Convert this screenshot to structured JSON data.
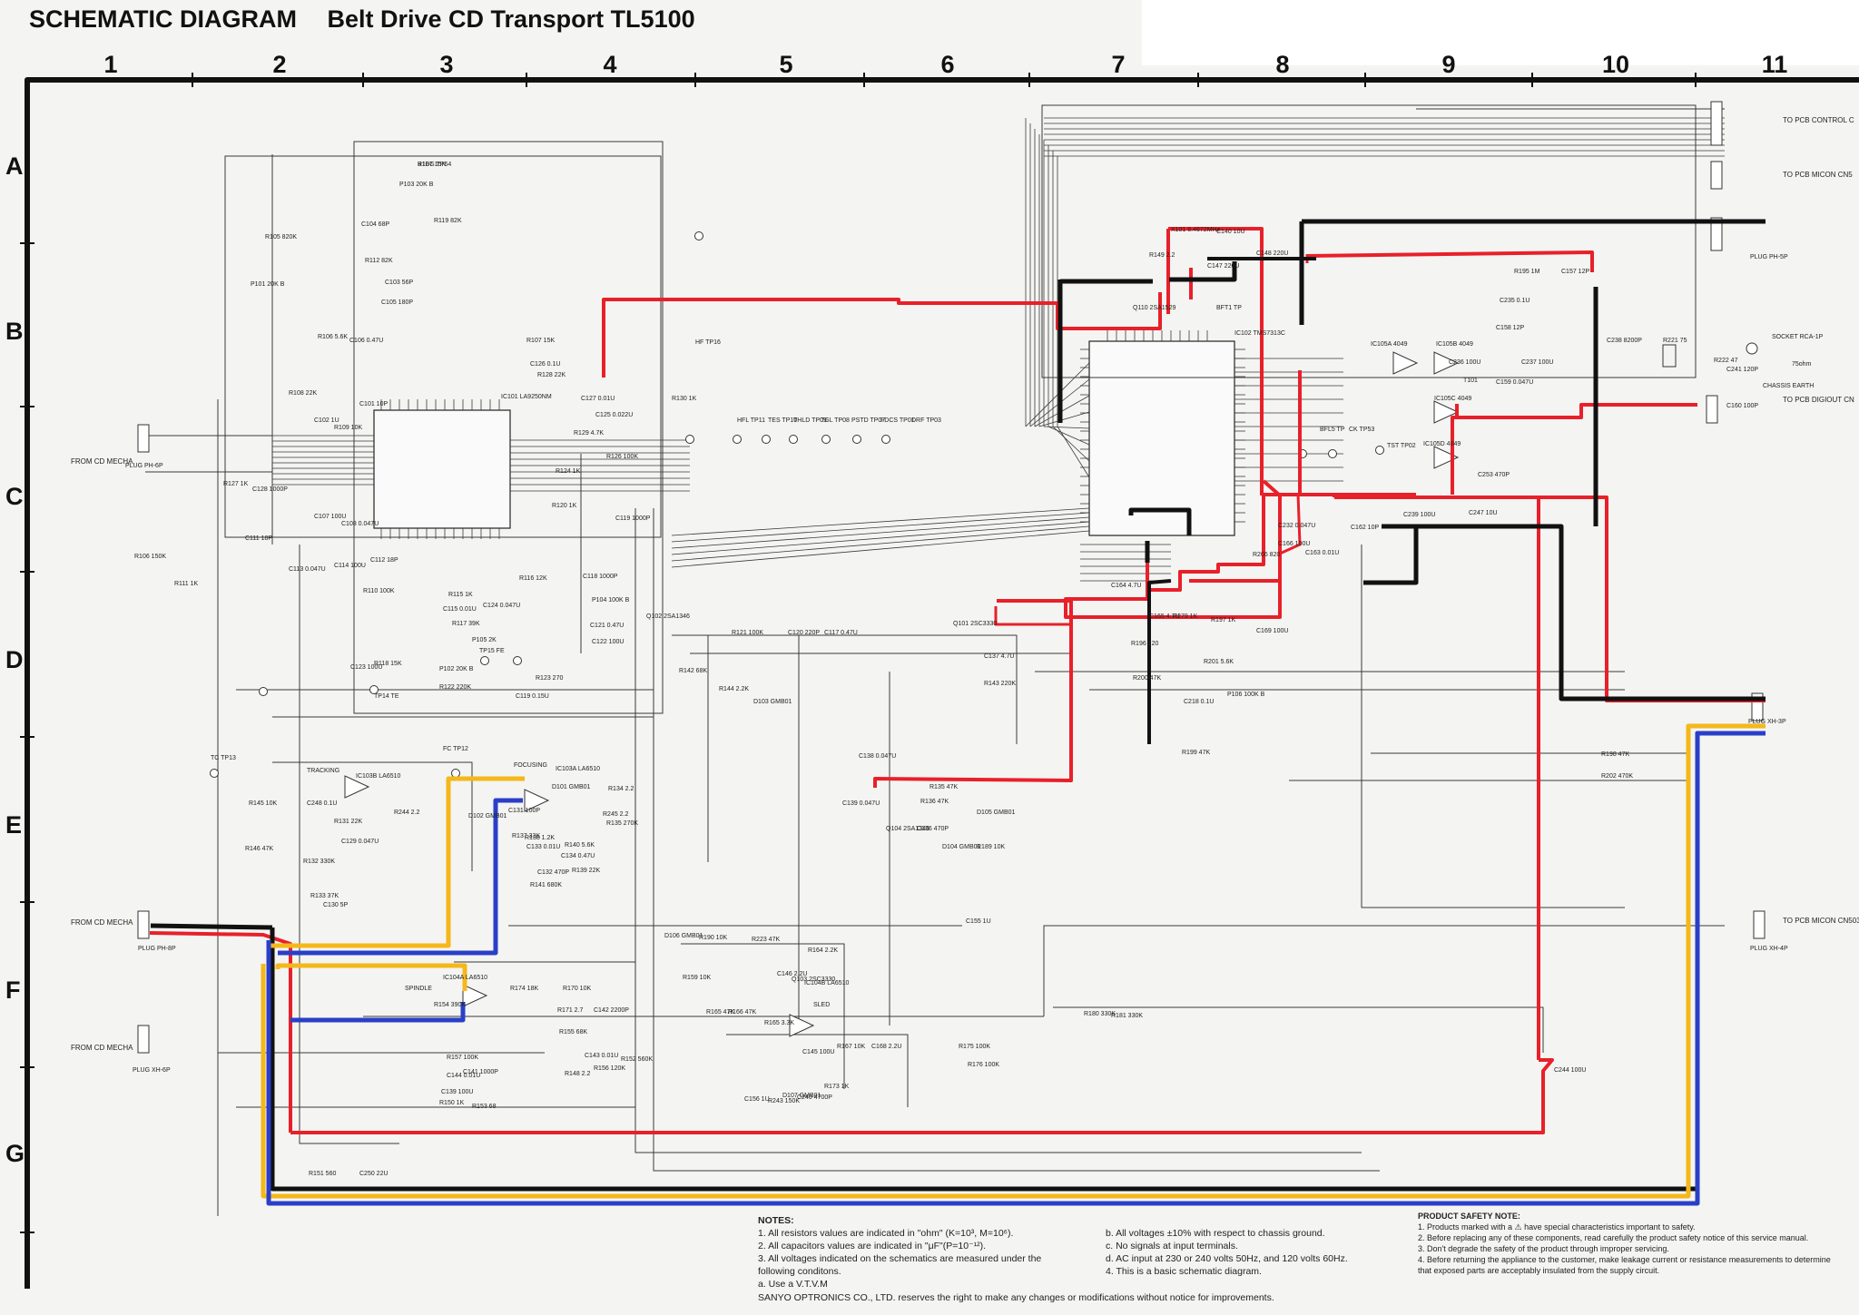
{
  "title": {
    "main": "SCHEMATIC DIAGRAM",
    "sub": "Belt Drive CD Transport TL5100"
  },
  "columns": [
    "1",
    "2",
    "3",
    "4",
    "5",
    "6",
    "7",
    "8",
    "9",
    "10",
    "11"
  ],
  "rows": [
    "A",
    "B",
    "C",
    "D",
    "E",
    "F",
    "G"
  ],
  "connectors": {
    "from_mecha_1": "FROM CD MECHA",
    "from_mecha_2": "FROM CD MECHA",
    "from_mecha_3": "FROM CD MECHA",
    "plug_ph6p": "PLUG PH-6P",
    "plug_ph8p": "PLUG PH-8P",
    "plug_xh6p": "PLUG XH-6P",
    "to_control": "TO PCB CONTROL C",
    "to_micon_cn5": "TO PCB MICON CN5",
    "to_digiout": "TO PCB DIGIOUT CN",
    "to_micon_cn503": "TO PCB MICON CN503",
    "plug_xh3p": "PLUG XH-3P",
    "plug_xh4p": "PLUG XH-4P",
    "plug_ph5p": "PLUG PH-5P",
    "socket_rca": "SOCKET RCA-1P",
    "ohm75": "75ohm",
    "chassis_earth": "CHASSIS EARTH"
  },
  "blocks": {
    "tracking": "TRACKING",
    "focusing": "FOCUSING",
    "spindle": "SPINDLE",
    "sled": "SLED",
    "ic101": "IC101 LA9250NM",
    "ic102": "IC102 TMS7313C",
    "ic103a": "IC103A LA6510",
    "ic103b": "IC103B LA6510",
    "ic104a": "IC104A LA6510",
    "ic104b": "IC104B LA6510",
    "ic105a": "IC105A 4049",
    "ic105b": "IC105B 4049",
    "ic105c": "IC105C 4049",
    "ic105d": "IC105D 4049",
    "x101": "X101 8.4672MHz",
    "tp_hf": "HF TP16",
    "tp_fc": "FC TP12",
    "tp_tc": "TC TP13",
    "tp_te": "TP14 TE",
    "tp_fe": "TP15 FE"
  },
  "testpoints": [
    "HFL TP11",
    "TES TP10",
    "THLD TP09",
    "TGL TP08",
    "PSTD TP07",
    "FDCS TP01",
    "DRF TP03"
  ],
  "components": [
    {
      "t": "R107 15K"
    },
    {
      "t": "P103 20K B"
    },
    {
      "t": "R119 82K"
    },
    {
      "t": "R105 820K"
    },
    {
      "t": "P101 20K B"
    },
    {
      "t": "C104 68P"
    },
    {
      "t": "R112 82K"
    },
    {
      "t": "C103 56P"
    },
    {
      "t": "C105 180P"
    },
    {
      "t": "R106 5.6K"
    },
    {
      "t": "C106 0.47U"
    },
    {
      "t": "R108 22K"
    },
    {
      "t": "C101 10P"
    },
    {
      "t": "C102 1U"
    },
    {
      "t": "R109 10K"
    },
    {
      "t": "R107 15K"
    },
    {
      "t": "C126 0.1U"
    },
    {
      "t": "R128 22K"
    },
    {
      "t": "R130 1K"
    },
    {
      "t": "C127 0.01U"
    },
    {
      "t": "C125 0.022U"
    },
    {
      "t": "R129 4.7K"
    },
    {
      "t": "R126 100K"
    },
    {
      "t": "R124 1K"
    },
    {
      "t": "R120 1K"
    },
    {
      "t": "C119 1000P"
    },
    {
      "t": "R127 1K"
    },
    {
      "t": "C128 1000P"
    },
    {
      "t": "C107 100U"
    },
    {
      "t": "C108 0.047U"
    },
    {
      "t": "C111 18P"
    },
    {
      "t": "R106 150K"
    },
    {
      "t": "R111 1K"
    },
    {
      "t": "C113 0.047U"
    },
    {
      "t": "C114 100U"
    },
    {
      "t": "C112 18P"
    },
    {
      "t": "R110 100K"
    },
    {
      "t": "R115 1K"
    },
    {
      "t": "C115 0.01U"
    },
    {
      "t": "R117 39K"
    },
    {
      "t": "R116 12K"
    },
    {
      "t": "C118 1000P"
    },
    {
      "t": "P104 100K B"
    },
    {
      "t": "C121 0.47U"
    },
    {
      "t": "C122 100U"
    },
    {
      "t": "C124 0.047U"
    },
    {
      "t": "C123 100U"
    },
    {
      "t": "R118 15K"
    },
    {
      "t": "P102 20K B"
    },
    {
      "t": "R122 220K"
    },
    {
      "t": "R123 270"
    },
    {
      "t": "C119 0.15U"
    },
    {
      "t": "P105 2K"
    },
    {
      "t": "R121 100K"
    },
    {
      "t": "C120 220P"
    },
    {
      "t": "C117 0.47U"
    },
    {
      "t": "R142 68K"
    },
    {
      "t": "R144 2.2K"
    },
    {
      "t": "D103 GMB01"
    },
    {
      "t": "Q101 2SC3330"
    },
    {
      "t": "C137 4.7U"
    },
    {
      "t": "R143 220K"
    },
    {
      "t": "Q102 2SA1346"
    },
    {
      "t": "R145 10K"
    },
    {
      "t": "R146 47K"
    },
    {
      "t": "C248 0.1U"
    },
    {
      "t": "R131 22K"
    },
    {
      "t": "C129 0.047U"
    },
    {
      "t": "R244 2.2"
    },
    {
      "t": "R132 330K"
    },
    {
      "t": "C130 5P"
    },
    {
      "t": "R133 37K"
    },
    {
      "t": "D102 GMB01"
    },
    {
      "t": "C131 100P"
    },
    {
      "t": "D101 GMB01"
    },
    {
      "t": "R134 2.2"
    },
    {
      "t": "R245 2.2"
    },
    {
      "t": "R135 270K"
    },
    {
      "t": "C132 470P"
    },
    {
      "t": "R139 22K"
    },
    {
      "t": "R140 5.6K"
    },
    {
      "t": "R141 680K"
    },
    {
      "t": "C134 0.47U"
    },
    {
      "t": "R138 1.2K"
    },
    {
      "t": "C133 0.01U"
    },
    {
      "t": "R137 33K"
    },
    {
      "t": "C138 0.047U"
    },
    {
      "t": "C139 0.047U"
    },
    {
      "t": "R135 47K"
    },
    {
      "t": "R136 47K"
    },
    {
      "t": "C136 470P"
    },
    {
      "t": "Q104 2SA1346"
    },
    {
      "t": "D104 GMB01"
    },
    {
      "t": "D105 GMB01"
    },
    {
      "t": "R189 10K"
    },
    {
      "t": "C155 1U"
    },
    {
      "t": "D106 GMB01"
    },
    {
      "t": "R190 10K"
    },
    {
      "t": "R223 47K"
    },
    {
      "t": "R164 2.2K"
    },
    {
      "t": "C146 2.2U"
    },
    {
      "t": "Q103 2SC3330"
    },
    {
      "t": "R159 10K"
    },
    {
      "t": "R165 47K"
    },
    {
      "t": "R166 47K"
    },
    {
      "t": "R165 3.3K"
    },
    {
      "t": "C145 100U"
    },
    {
      "t": "R167 10K"
    },
    {
      "t": "C168 2.2U"
    },
    {
      "t": "R175 100K"
    },
    {
      "t": "R176 100K"
    },
    {
      "t": "R180 330K"
    },
    {
      "t": "R181 330K"
    },
    {
      "t": "D107 GMB01"
    },
    {
      "t": "R243 150K"
    },
    {
      "t": "C240 4700P"
    },
    {
      "t": "R173 1K"
    },
    {
      "t": "C156 1U"
    },
    {
      "t": "R174 18K"
    },
    {
      "t": "R170 10K"
    },
    {
      "t": "R171 2.7"
    },
    {
      "t": "C142 2200P"
    },
    {
      "t": "R154 390K"
    },
    {
      "t": "R155 68K"
    },
    {
      "t": "C143 0.01U"
    },
    {
      "t": "R156 120K"
    },
    {
      "t": "R148 2.2"
    },
    {
      "t": "R152 560K"
    },
    {
      "t": "R157 100K"
    },
    {
      "t": "C144 0.01U"
    },
    {
      "t": "C139 100U"
    },
    {
      "t": "C141 1000P"
    },
    {
      "t": "R150 1K"
    },
    {
      "t": "R153 68"
    },
    {
      "t": "R151 560"
    },
    {
      "t": "C250 22U"
    },
    {
      "t": "R149 2.2"
    },
    {
      "t": "C140 10U"
    },
    {
      "t": "C147 220U"
    },
    {
      "t": "C148 220U"
    },
    {
      "t": "R195 1M"
    },
    {
      "t": "C157 12P"
    },
    {
      "t": "C158 12P"
    },
    {
      "t": "C159 0.047U"
    },
    {
      "t": "C235 0.1U"
    },
    {
      "t": "C236 100U"
    },
    {
      "t": "C237 100U"
    },
    {
      "t": "C238 8200P"
    },
    {
      "t": "R221 75"
    },
    {
      "t": "R222 47"
    },
    {
      "t": "C241 120P"
    },
    {
      "t": "C160 100P"
    },
    {
      "t": "T101"
    },
    {
      "t": "C253 470P"
    },
    {
      "t": "C239 100U"
    },
    {
      "t": "C247 10U"
    },
    {
      "t": "C232 0.047U"
    },
    {
      "t": "C166 100U"
    },
    {
      "t": "C163 0.01U"
    },
    {
      "t": "C162 10P"
    },
    {
      "t": "R206 820"
    },
    {
      "t": "C164 4.7U"
    },
    {
      "t": "C165 4.7U"
    },
    {
      "t": "R279 1K"
    },
    {
      "t": "R196 220"
    },
    {
      "t": "R197 1K"
    },
    {
      "t": "C169 100U"
    },
    {
      "t": "R200 47K"
    },
    {
      "t": "R201 5.6K"
    },
    {
      "t": "C218 0.1U"
    },
    {
      "t": "R199 47K"
    },
    {
      "t": "P106 100K B"
    },
    {
      "t": "R198 47K"
    },
    {
      "t": "R202 470K"
    },
    {
      "t": "C244 100U"
    },
    {
      "t": "Q110 2SA1529"
    },
    {
      "t": "BFT1 TP"
    },
    {
      "t": "BFL5 TP"
    },
    {
      "t": "CK TP53"
    },
    {
      "t": "TST TP02"
    },
    {
      "t": "B1BG TP64"
    }
  ],
  "notes": {
    "heading": "NOTES:",
    "items": [
      "1.  All resistors values are indicated in \"ohm\" (K=10³, M=10⁶).",
      "2.  All capacitors values are indicated in \"μF\"(P=10⁻¹²).",
      "3.  All voltages indicated on the schematics are measured under the",
      "     following conditons.",
      "     a.  Use a V.T.V.M"
    ],
    "items_b": [
      "b.  All voltages ±10% with respect to chassis ground.",
      "c.  No signals at input terminals.",
      "d.  AC input at 230 or 240 volts 50Hz, and 120 volts 60Hz.",
      "4.  This is a basic schematic diagram."
    ]
  },
  "safety": {
    "heading": "PRODUCT SAFETY NOTE:",
    "items": [
      "1.  Products marked with a ⚠ have special characteristics important to safety.",
      "2.  Before replacing any of these components, read carefully the product safety notice of this service manual.",
      "3.  Don't degrade the safety of the product through improper servicing.",
      "4.  Before returning the appliance to the customer, make leakage current or resistance measurements to determine",
      "     that exposed parts are acceptably insulated from the supply circuit."
    ]
  },
  "footer": "SANYO OPTRONICS CO., LTD. reserves the right to make any changes or modifications without notice for improvements.",
  "colors": {
    "red": "#e8202a",
    "black": "#111111",
    "yellow": "#f5b81b",
    "blue": "#2a3fc8",
    "wire": "#3a3a3a"
  }
}
